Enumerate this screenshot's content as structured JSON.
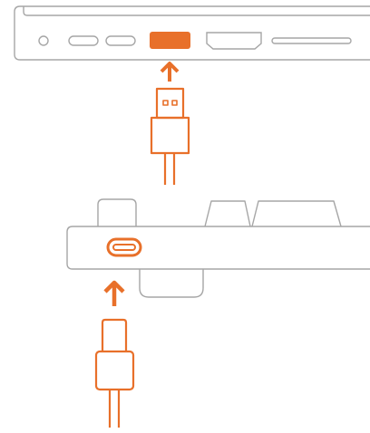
{
  "colors": {
    "outline": "#a6a6a6",
    "accent": "#e8702a",
    "background": "#ffffff"
  },
  "laptop": {
    "ports": [
      "audio-jack-port",
      "usb-c-port",
      "usb-c-port",
      "usb-a-port",
      "hdmi-port",
      "sd-card-slot"
    ],
    "highlighted_port": "usb-a-port"
  },
  "keyboard": {
    "ports": [
      "usb-c-port"
    ],
    "highlighted_port": "usb-c-port"
  },
  "cables": [
    {
      "connector": "usb-a-plug",
      "plugs_into": "laptop"
    },
    {
      "connector": "usb-c-plug",
      "plugs_into": "keyboard"
    }
  ]
}
